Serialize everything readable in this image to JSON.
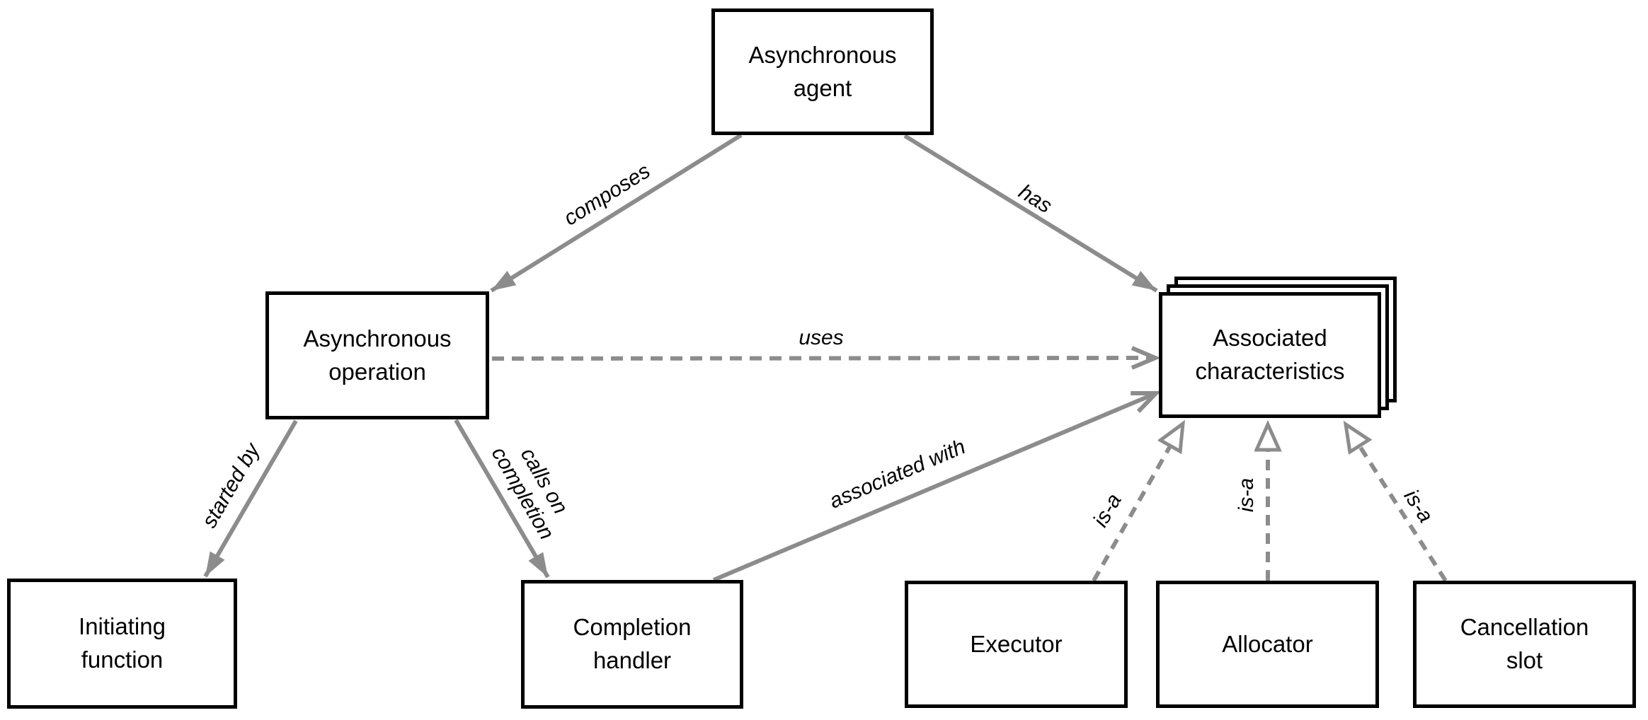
{
  "diagram": {
    "type": "concept-diagram",
    "colors": {
      "box_border": "#000000",
      "box_fill": "#ffffff",
      "arrow": "#8c8c8c",
      "label_text": "#000000"
    },
    "nodes": {
      "asynchronous_agent": {
        "line1": "Asynchronous",
        "line2": "agent"
      },
      "asynchronous_operation": {
        "line1": "Asynchronous",
        "line2": "operation"
      },
      "associated_characteristics": {
        "line1": "Associated",
        "line2": "characteristics",
        "stacked_copies": 3
      },
      "initiating_function": {
        "line1": "Initiating",
        "line2": "function"
      },
      "completion_handler": {
        "line1": "Completion",
        "line2": "handler"
      },
      "executor": {
        "line1": "Executor"
      },
      "allocator": {
        "line1": "Allocator"
      },
      "cancellation_slot": {
        "line1": "Cancellation",
        "line2": "slot"
      }
    },
    "edges": {
      "composes": {
        "label": "composes",
        "from": "asynchronous_agent",
        "to": "asynchronous_operation",
        "style": "solid",
        "arrowhead": "filled-triangle"
      },
      "has": {
        "label": "has",
        "from": "asynchronous_agent",
        "to": "associated_characteristics",
        "style": "solid",
        "arrowhead": "filled-triangle"
      },
      "uses": {
        "label": "uses",
        "from": "asynchronous_operation",
        "to": "associated_characteristics",
        "style": "dashed",
        "arrowhead": "open-v"
      },
      "started_by": {
        "label": "started by",
        "from": "asynchronous_operation",
        "to": "initiating_function",
        "style": "solid",
        "arrowhead": "filled-triangle"
      },
      "calls_on_completion": {
        "label_line1": "calls on",
        "label_line2": "completion",
        "from": "asynchronous_operation",
        "to": "completion_handler",
        "style": "solid",
        "arrowhead": "filled-triangle"
      },
      "associated_with": {
        "label": "associated with",
        "from": "completion_handler",
        "to": "associated_characteristics",
        "style": "solid",
        "arrowhead": "open-v"
      },
      "is_a_executor": {
        "label": "is-a",
        "from": "executor",
        "to": "associated_characteristics",
        "style": "dashed",
        "arrowhead": "hollow-triangle"
      },
      "is_a_allocator": {
        "label": "is-a",
        "from": "allocator",
        "to": "associated_characteristics",
        "style": "dashed",
        "arrowhead": "hollow-triangle"
      },
      "is_a_cancellation_slot": {
        "label": "is-a",
        "from": "cancellation_slot",
        "to": "associated_characteristics",
        "style": "dashed",
        "arrowhead": "hollow-triangle"
      }
    }
  }
}
